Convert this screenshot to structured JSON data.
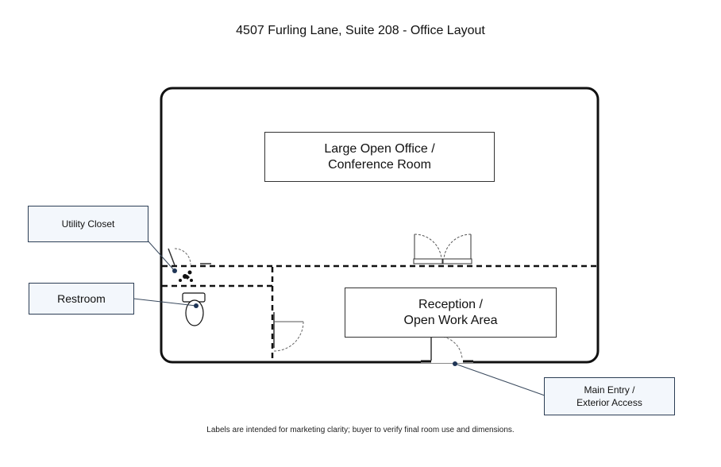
{
  "title": "4507 Furling Lane, Suite 208 - Office Layout",
  "rooms": {
    "large_office": {
      "line1": "Large Open Office /",
      "line2": "Conference Room"
    },
    "reception": {
      "line1": "Reception /",
      "line2": "Open Work Area"
    }
  },
  "callouts": {
    "utility_closet": "Utility Closet",
    "restroom": "Restroom",
    "main_entry": {
      "line1": "Main Entry /",
      "line2": "Exterior Access"
    }
  },
  "footnote": "Labels are intended for marketing clarity; buyer to verify final room use and dimensions.",
  "colors": {
    "wall": "#111111",
    "callout_border": "#2c3e55",
    "callout_fill": "#f3f7fc",
    "leader_line": "#3a4a5e",
    "marker_dot": "#1f3556"
  },
  "icons": [
    "toilet-icon",
    "sink-icon",
    "water-heater-icon",
    "door-swing-icon"
  ]
}
